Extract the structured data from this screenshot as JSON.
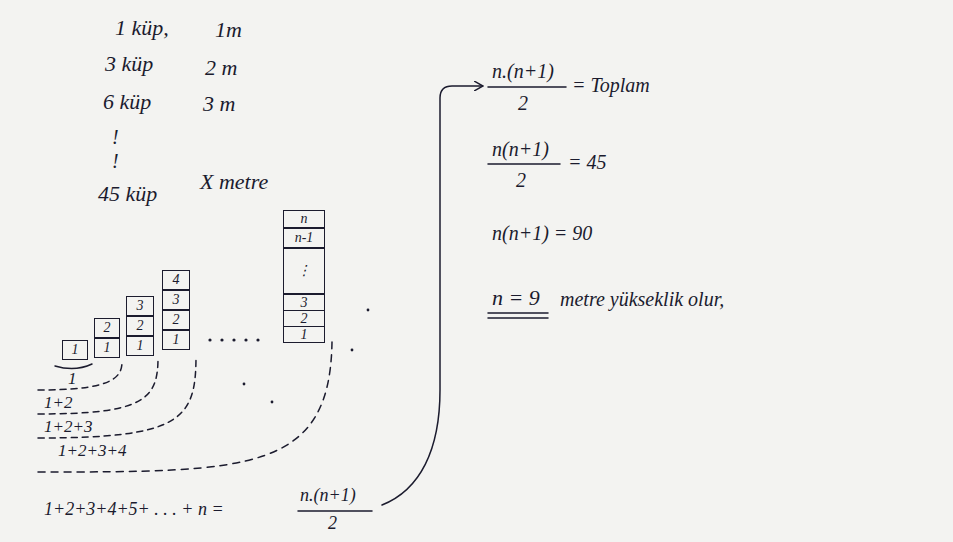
{
  "diagram": {
    "nodes": [
      {
        "text": [
          "1"
        ]
      },
      {
        "text": [
          "2"
        ]
      },
      {
        "text": [
          "1"
        ]
      },
      {
        "text": [
          "3"
        ]
      },
      {
        "text": [
          "2"
        ]
      },
      {
        "text": [
          "1"
        ]
      },
      {
        "text": [
          "4"
        ]
      },
      {
        "text": [
          "3"
        ]
      },
      {
        "text": [
          "2"
        ]
      },
      {
        "text": [
          "1"
        ]
      },
      {
        "text": [
          "n"
        ]
      },
      {
        "text": [
          "n-1"
        ]
      },
      {
        "text": [
          "⋮"
        ]
      },
      {
        "text": [
          "3"
        ]
      },
      {
        "text": [
          "2"
        ]
      },
      {
        "text": [
          "1"
        ]
      }
    ],
    "labels": [
      "1 küp,",
      "1m",
      "3 küp",
      "2 m",
      "6 küp",
      "3 m",
      "!",
      "!",
      "45 küp",
      "X metre",
      "1",
      "1+2",
      "1+2+3",
      "1+2+3+4",
      "1+2+3+4+5+ . . . + n =",
      "n.(n+1)",
      "2",
      "n.(n+1)",
      "2",
      "= Toplam",
      "n(n+1)",
      "2",
      "= 45",
      "n(n+1) = 90",
      "n = 9",
      "metre yükseklik olur,"
    ]
  }
}
